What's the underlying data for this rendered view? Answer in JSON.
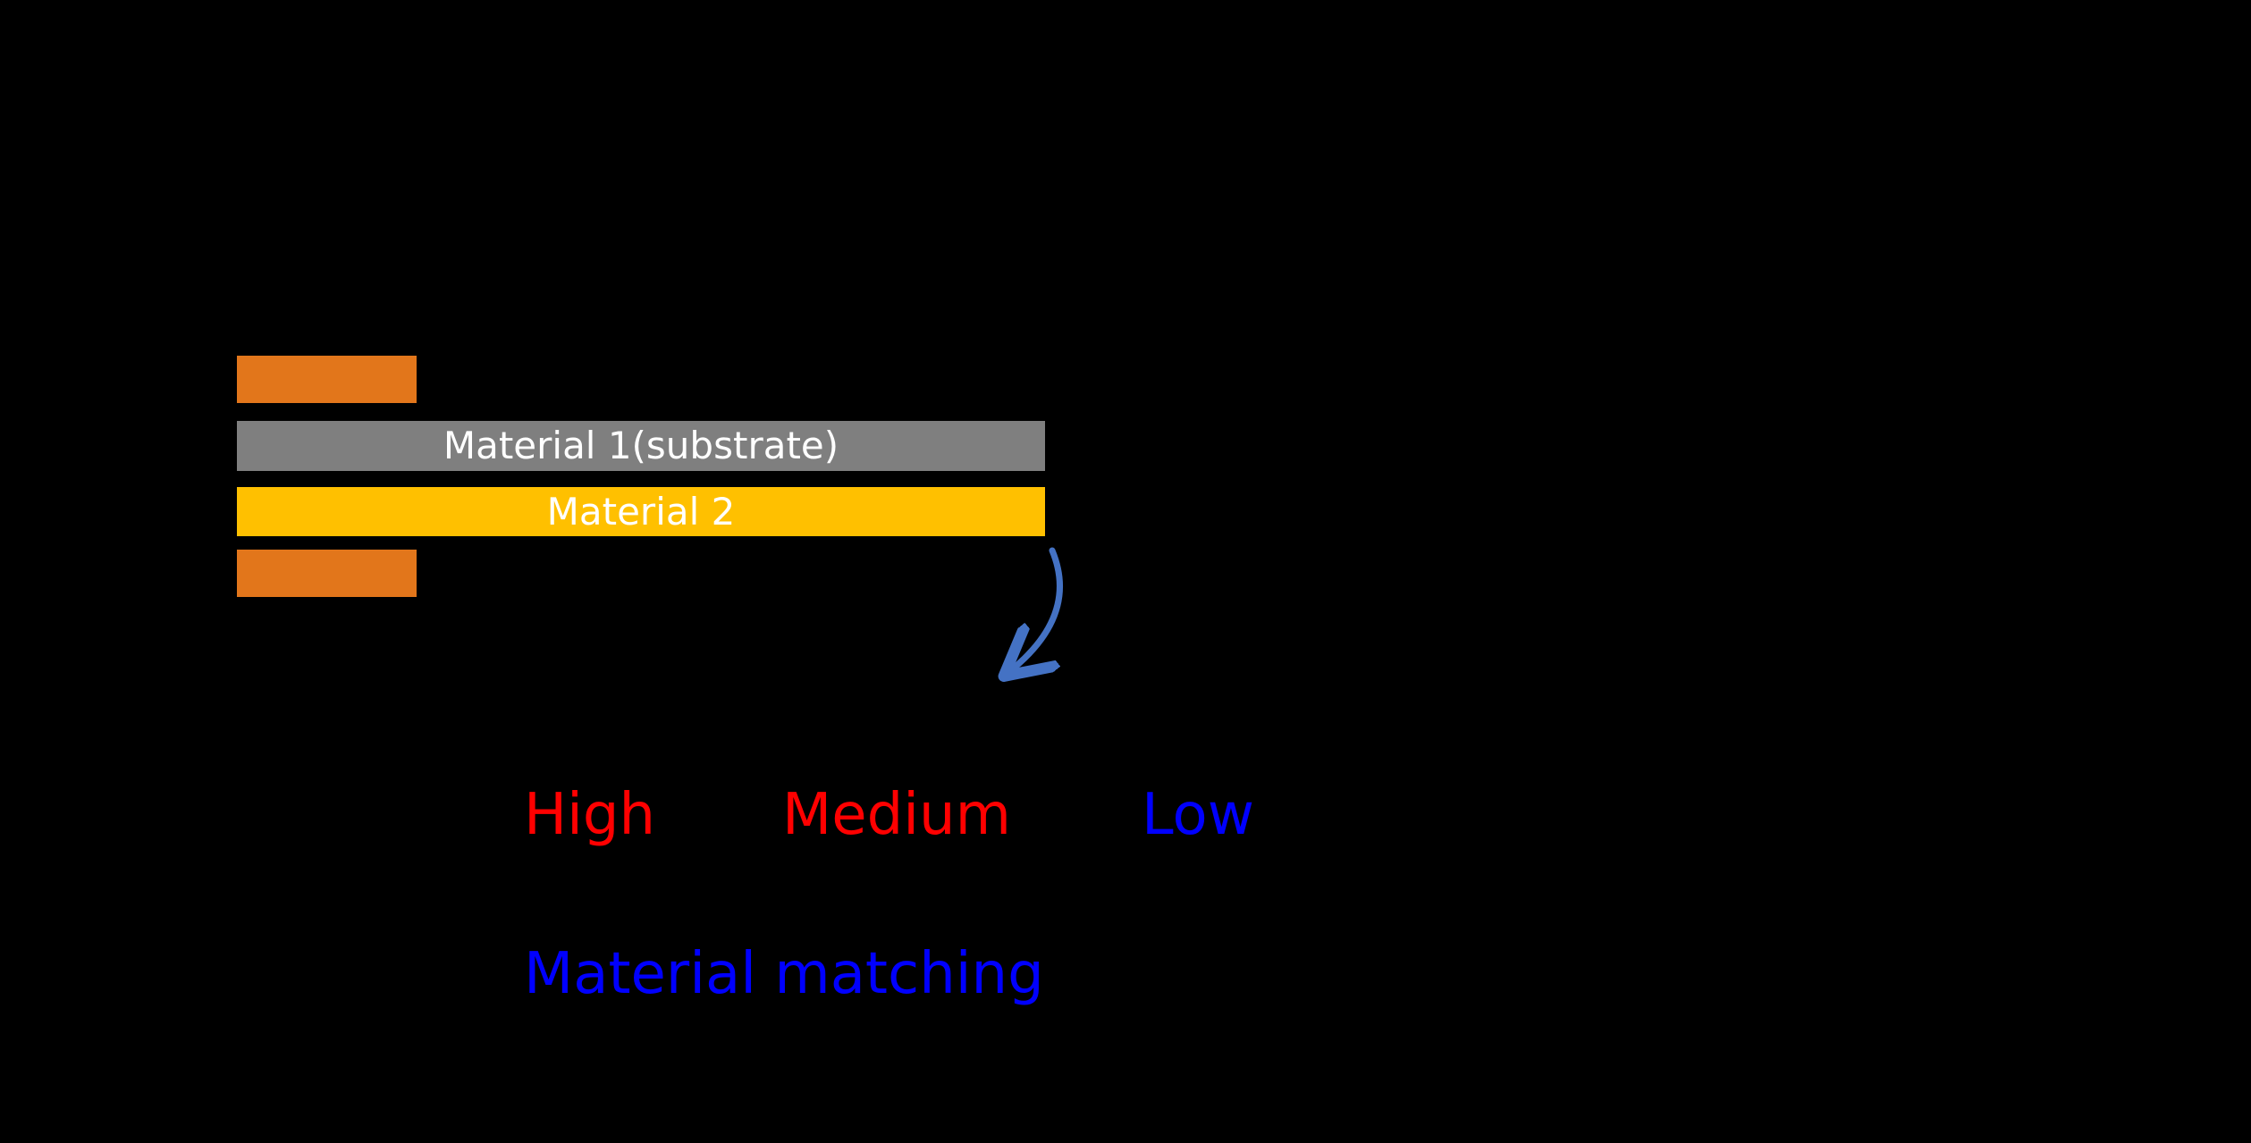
{
  "diagram": {
    "stack": {
      "electrode_top": {
        "name": "electrode bar (top)",
        "color": "#E2761B"
      },
      "material1": {
        "label": "Material 1(substrate)",
        "color": "#7F7F7F",
        "text_color": "#FFFFFF"
      },
      "material2": {
        "label": "Material 2",
        "color": "#FFC000",
        "text_color": "#FFFFFF"
      },
      "electrode_bottom": {
        "name": "electrode bar (bottom)",
        "color": "#E2761B"
      }
    },
    "ratings": {
      "high": {
        "label": "High",
        "color": "#FF0000"
      },
      "medium": {
        "label": "Medium",
        "color": "#FF0000"
      },
      "low": {
        "label": "Low",
        "color": "#0000FF"
      }
    },
    "caption": {
      "label": "Material matching",
      "color": "#0000FF"
    },
    "arrow": {
      "name": "curved-down-arrow",
      "color": "#4472C4"
    },
    "background_color": "#000000"
  }
}
